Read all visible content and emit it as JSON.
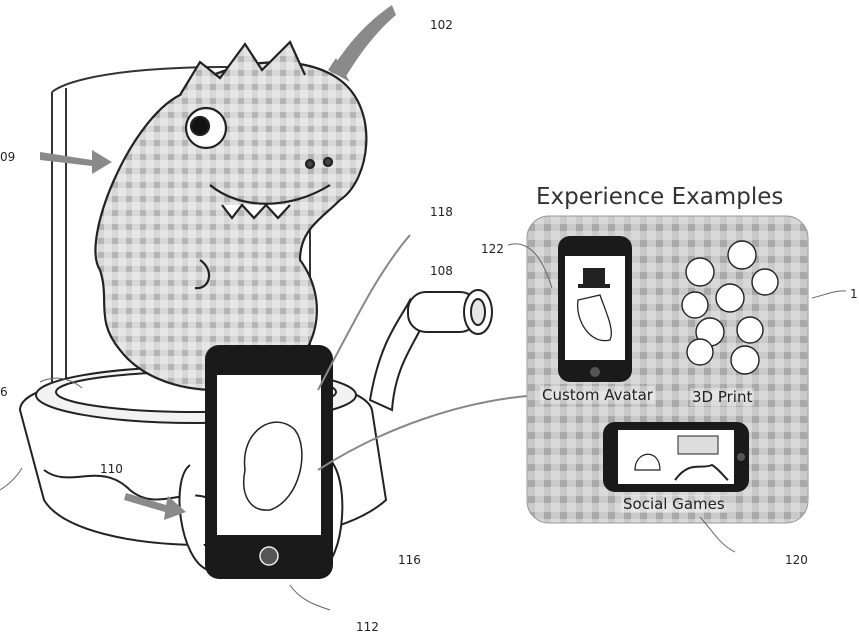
{
  "panel": {
    "title": "Experience Examples",
    "examples": [
      {
        "label": "Custom Avatar",
        "icon": "phone-avatar-icon"
      },
      {
        "label": "3D Print",
        "icon": "dino-figurines-icon"
      },
      {
        "label": "Social Games",
        "icon": "phone-game-icon"
      }
    ]
  },
  "refs": {
    "r102": "102",
    "r09": "09",
    "r118": "118",
    "r108": "108",
    "r122": "122",
    "r6": "6",
    "r110": "110",
    "r116": "116",
    "r120": "120",
    "r112": "112",
    "r1": "1"
  },
  "colors": {
    "line": "#222222",
    "plaid_light": "#e3e3e3",
    "plaid_dark": "#bdbdbd",
    "arrow": "#8a8a8a",
    "phone": "#1a1a1a"
  }
}
